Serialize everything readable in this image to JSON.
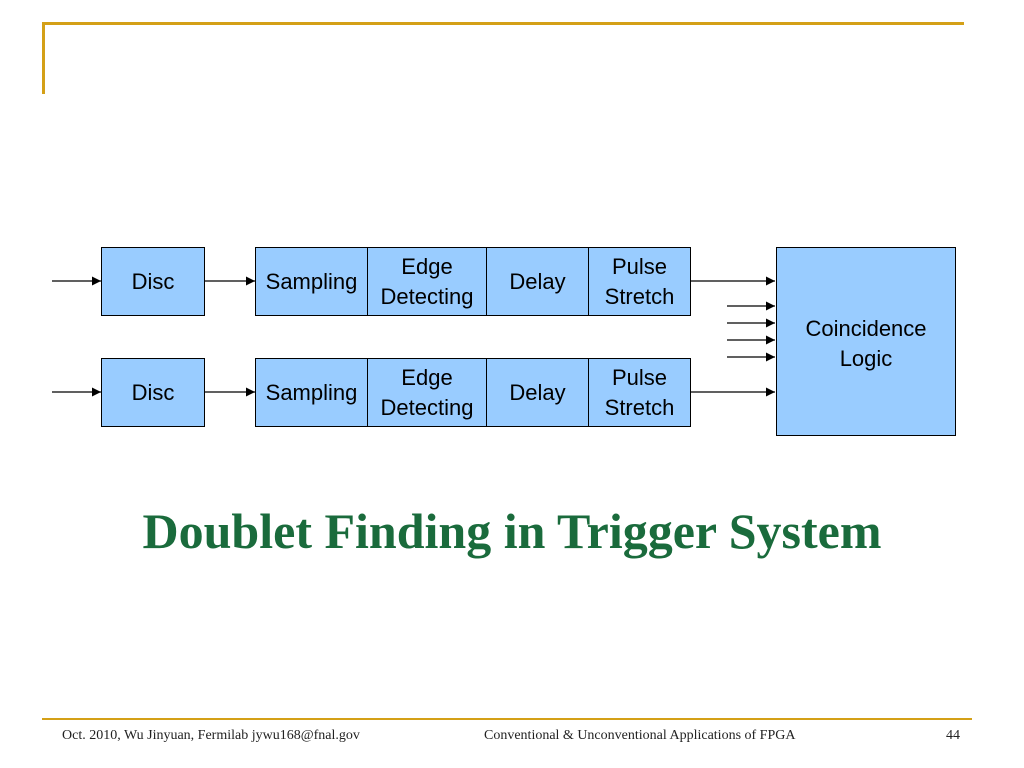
{
  "diagram": {
    "row1": {
      "disc": "Disc",
      "sampling": "Sampling",
      "edge": "Edge\nDetecting",
      "delay": "Delay",
      "pulse": "Pulse\nStretch"
    },
    "row2": {
      "disc": "Disc",
      "sampling": "Sampling",
      "edge": "Edge\nDetecting",
      "delay": "Delay",
      "pulse": "Pulse\nStretch"
    },
    "coincidence": "Coincidence\nLogic"
  },
  "title": "Doublet Finding in Trigger System",
  "footer": {
    "left": "Oct. 2010, Wu Jinyuan, Fermilab jywu168@fnal.gov",
    "center": "Conventional & Unconventional Applications of FPGA",
    "page": "44"
  },
  "colors": {
    "block_fill": "#99ccff",
    "title": "#1a6b3c",
    "accent": "#d4a017"
  }
}
